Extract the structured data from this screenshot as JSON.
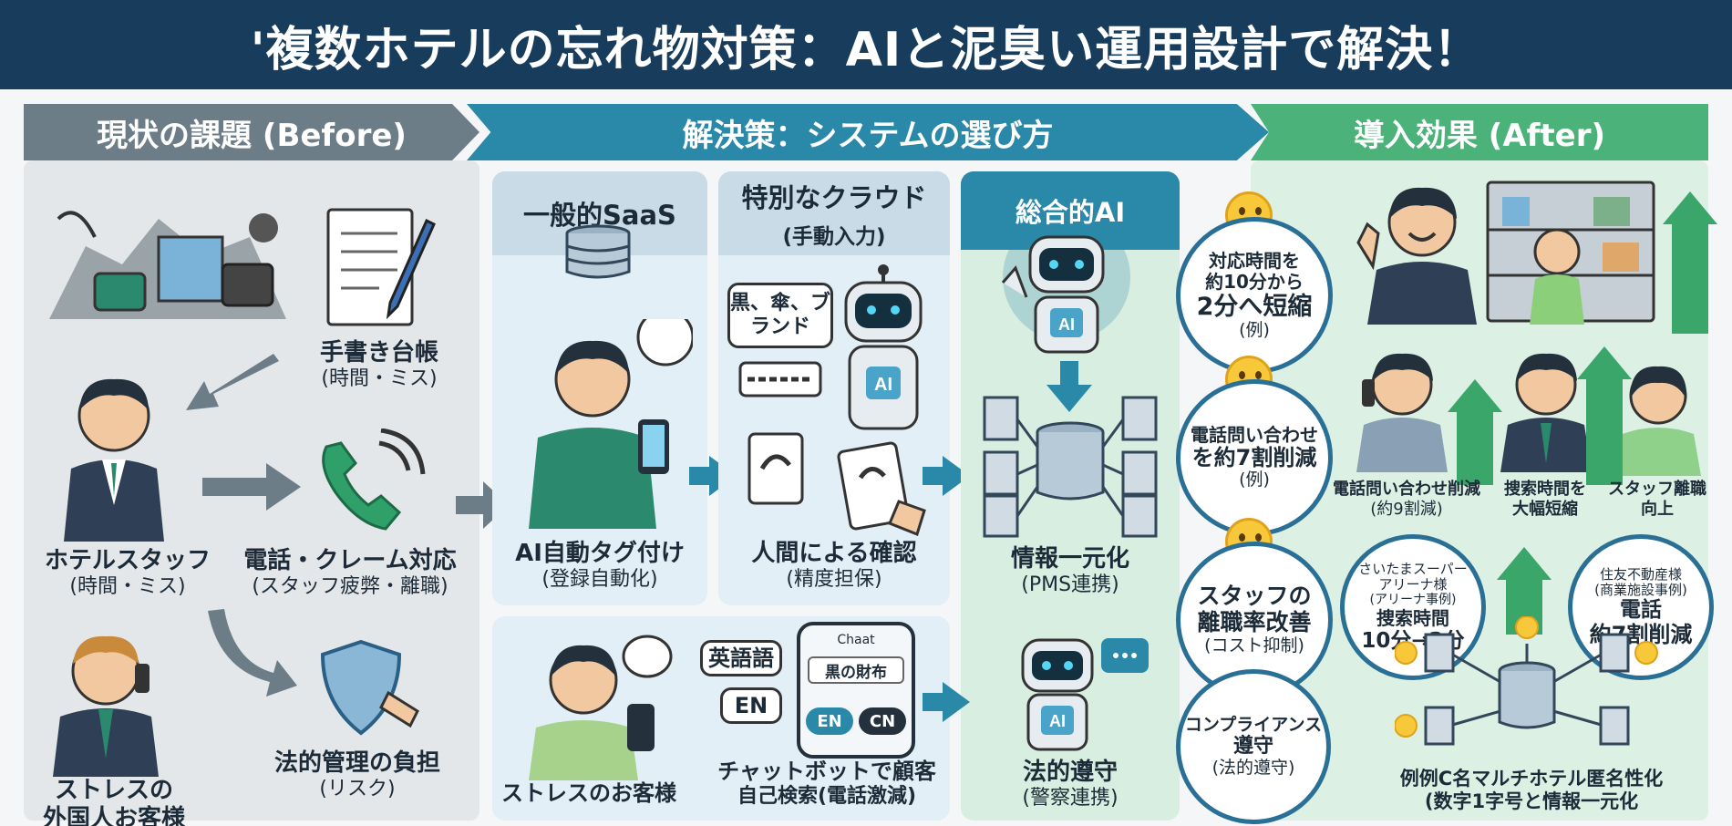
{
  "title": "'複数ホテルの忘れ物対策：AIと泥臭い運用設計で解決！",
  "sections": {
    "before": "現状の課題 (Before)",
    "solution": "解決策：システムの選び方",
    "after": "導入効果 (After)"
  },
  "before": {
    "ledger": {
      "main": "手書き台帳",
      "sub": "(時間・ミス)"
    },
    "staff": {
      "main": "ホテルスタッフ",
      "sub": "(時間・ミス)"
    },
    "phone": {
      "main": "電話・クレーム対応",
      "sub": "(スタッフ疲弊・離職)"
    },
    "guest": {
      "main": "ストレスの",
      "sub": "外国人お客様"
    },
    "legal": {
      "main": "法的管理の負担",
      "sub": "(リスク)"
    }
  },
  "solution": {
    "saas": {
      "header": "一般的SaaS",
      "label": "AI自動タグ付け",
      "sub": "(登録自動化)"
    },
    "cloud": {
      "header": "特別なクラウド",
      "header_sub": "(手動入力)",
      "label": "人間による確認",
      "sub": "(精度担保)",
      "bubble": "黒、傘、ブランド"
    },
    "ai": {
      "header": "総合的AI",
      "label": "情報一元化",
      "sub": "(PMS連携)",
      "badge": "AI",
      "legal_label": "法的遵守",
      "legal_sub": "(警察連携)"
    },
    "bottom": {
      "guest_label": "ストレスのお客様",
      "lang_1": "英語語",
      "lang_2": "EN",
      "chat_title": "Chaat",
      "chat_search": "黒の財布",
      "chat_btn_1": "EN",
      "chat_btn_2": "CN",
      "chatbot_label": "チャットボットで顧客",
      "chatbot_sub": "自己検索(電話激減)"
    }
  },
  "after": {
    "circles": [
      {
        "line1": "対応時間を",
        "line2": "約10分から",
        "big": "2分へ短縮",
        "sub": "(例)"
      },
      {
        "line1": "電話問い合わせ",
        "line2": "を約7割削減",
        "big": "",
        "sub": "(例)"
      },
      {
        "line1": "",
        "line2": "スタッフの",
        "big": "離職率改善",
        "sub": "(コスト抑制)"
      },
      {
        "line1": "",
        "line2": "コンプライアンス",
        "big": "遵守",
        "sub": "(法的遵守)"
      }
    ],
    "labels": [
      {
        "main": "電話問い合わせ削減",
        "sub": "(約9割減)"
      },
      {
        "main": "捜索時間を",
        "sub": "大幅短縮"
      },
      {
        "main": "スタッフ離職",
        "sub": "向上"
      }
    ],
    "case1": {
      "l1": "さいたまスーパー",
      "l2": "アリーナ様",
      "l3": "(アリーナ事例)",
      "l4": "捜索時間",
      "big": "10分→2分"
    },
    "case2": {
      "l1": "住友不動産様",
      "l2": "(商業施設事例)",
      "l3": "電話",
      "big": "約7割削減"
    },
    "footer": {
      "main": "例例C名マルチホテル匿名性化",
      "sub": "(数字1字号と情報一元化"
    }
  },
  "colors": {
    "title_bg": "#183d5c",
    "before": "#6d7d88",
    "solution": "#2a88a8",
    "after": "#4bb27a"
  }
}
